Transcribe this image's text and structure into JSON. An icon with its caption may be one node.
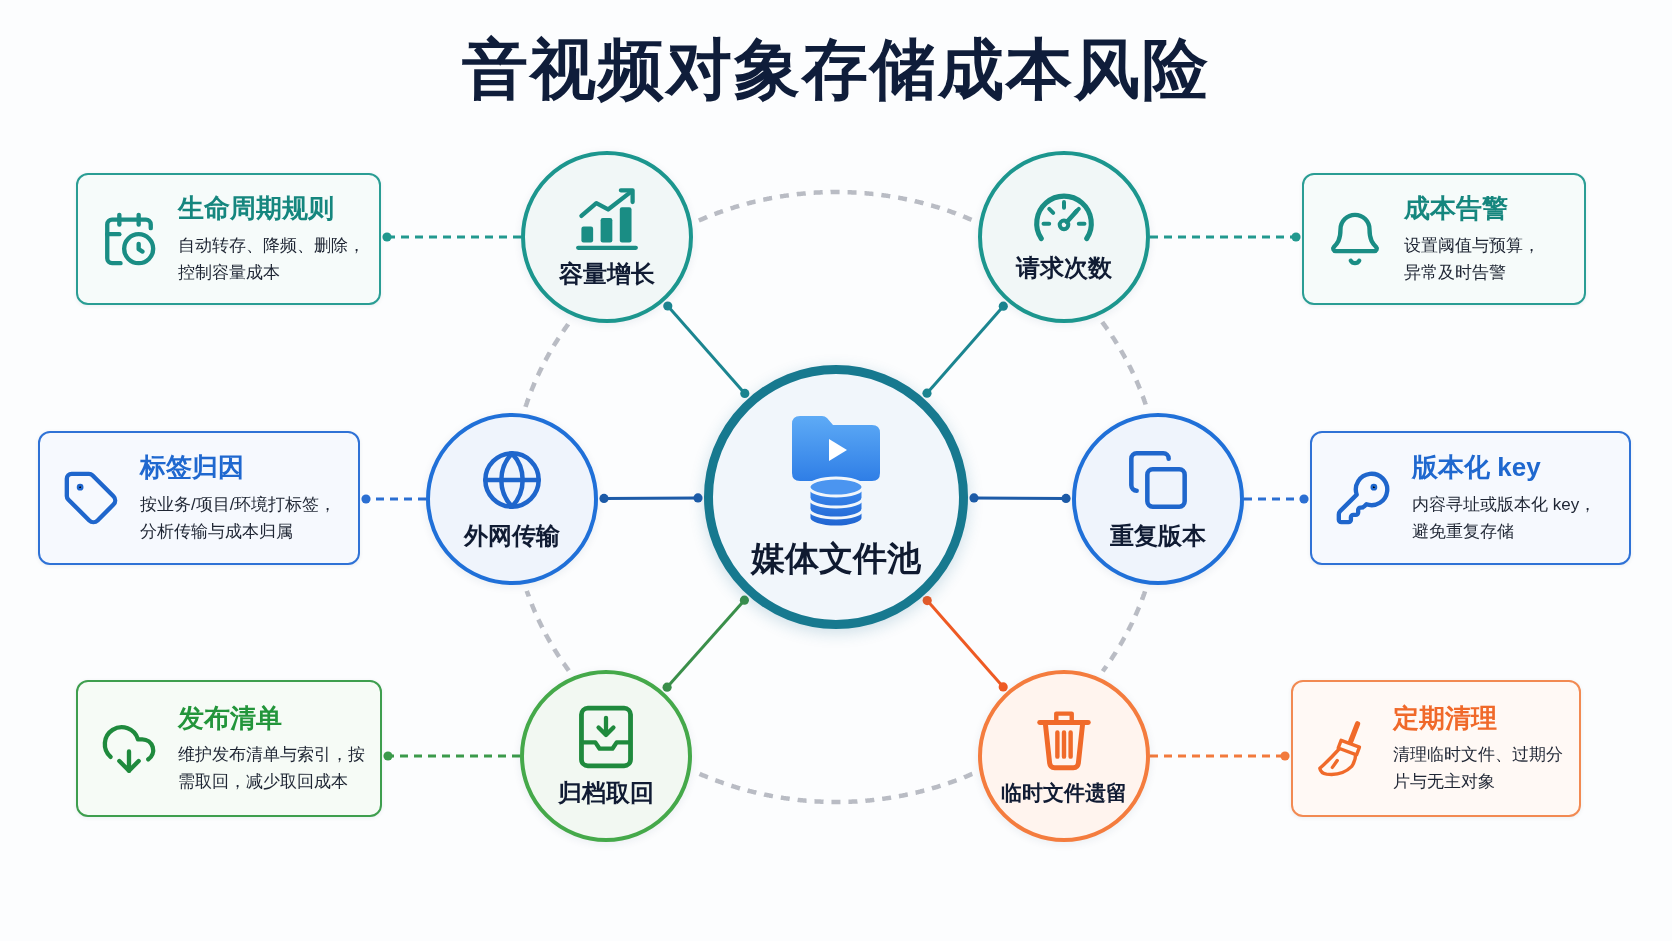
{
  "diagram": {
    "title": "音视频对象存储成本风险",
    "nodes": [
      {
        "text": [
          "生命周期规则",
          "自动转存、降频、删除，控制容量成本"
        ]
      },
      {
        "text": [
          "容量增长"
        ]
      },
      {
        "text": [
          "请求次数"
        ]
      },
      {
        "text": [
          "成本告警",
          "设置阈值与预算，异常及时告警"
        ]
      },
      {
        "text": [
          "标签归因",
          "按业务/项目/环境打标签，分析传输与成本归属"
        ]
      },
      {
        "text": [
          "外网传输"
        ]
      },
      {
        "text": [
          "媒体文件池"
        ]
      },
      {
        "text": [
          "重复版本"
        ]
      },
      {
        "text": [
          "版本化 key",
          "内容寻址或版本化 key，避免重复存储"
        ]
      },
      {
        "text": [
          "发布清单",
          "维护发布清单与索引，按需取回，减少取回成本"
        ]
      },
      {
        "text": [
          "归档取回"
        ]
      },
      {
        "text": [
          "临时文件遗留"
        ]
      },
      {
        "text": [
          "定期清理",
          "清理临时文件、过期分片与无主对象"
        ]
      }
    ],
    "edges": [
      {
        "from": 6,
        "to": 1,
        "arrow": "other",
        "color": "#1b8590"
      },
      {
        "from": 6,
        "to": 2,
        "arrow": "other",
        "color": "#1b8590"
      },
      {
        "from": 6,
        "to": 5,
        "arrow": "other",
        "color": "#1d5ba8"
      },
      {
        "from": 6,
        "to": 7,
        "arrow": "other",
        "color": "#1d5ba8"
      },
      {
        "from": 6,
        "to": 10,
        "arrow": "other",
        "color": "#3a8f4a"
      },
      {
        "from": 6,
        "to": 11,
        "arrow": "other",
        "color": "#ee5a24"
      },
      {
        "from": 1,
        "to": 0,
        "arrow": "other",
        "style": "dashed",
        "color": "#22998f"
      },
      {
        "from": 2,
        "to": 3,
        "arrow": "other",
        "style": "dashed",
        "color": "#22998f"
      },
      {
        "from": 5,
        "to": 4,
        "arrow": "other",
        "style": "dashed",
        "color": "#2b6fd2"
      },
      {
        "from": 7,
        "to": 8,
        "arrow": "other",
        "style": "dashed",
        "color": "#2b6fd2"
      },
      {
        "from": 10,
        "to": 9,
        "arrow": "other",
        "style": "dashed",
        "color": "#3b9a4b"
      },
      {
        "from": 11,
        "to": 12,
        "arrow": "other",
        "style": "dashed",
        "color": "#f27a3c"
      },
      {
        "from": 1,
        "to": 2,
        "arrow": "none",
        "style": "dashed",
        "color": "#b9bcc4"
      },
      {
        "from": 2,
        "to": 7,
        "arrow": "none",
        "style": "dashed",
        "color": "#b9bcc4"
      },
      {
        "from": 7,
        "to": 11,
        "arrow": "none",
        "style": "dashed",
        "color": "#b9bcc4"
      },
      {
        "from": 11,
        "to": 10,
        "arrow": "none",
        "style": "dashed",
        "color": "#b9bcc4"
      },
      {
        "from": 10,
        "to": 5,
        "arrow": "none",
        "style": "dashed",
        "color": "#b9bcc4"
      },
      {
        "from": 5,
        "to": 1,
        "arrow": "none",
        "style": "dashed",
        "color": "#b9bcc4"
      }
    ]
  }
}
